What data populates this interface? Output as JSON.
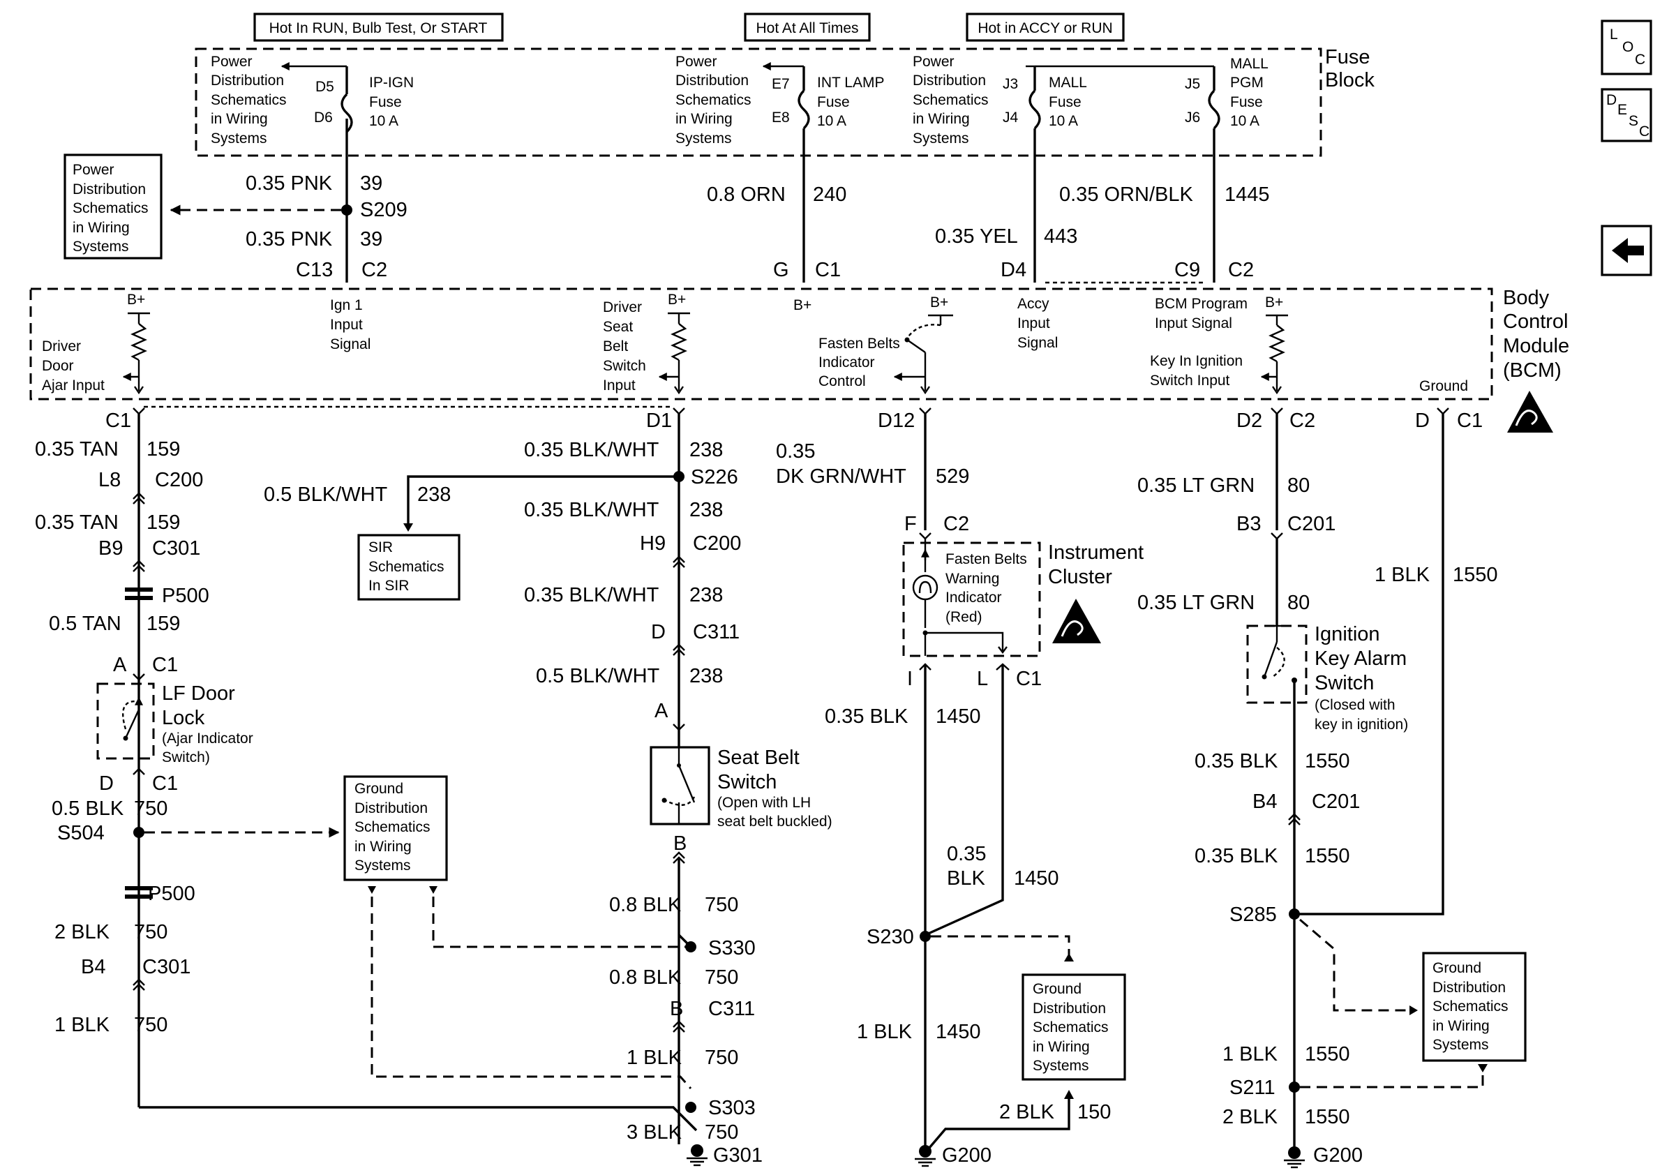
{
  "top_labels": {
    "hot_run": "Hot In RUN, Bulb Test, Or START",
    "hot_all": "Hot At All Times",
    "hot_accy": "Hot in ACCY or RUN"
  },
  "fuse_block": {
    "title_1": "Fuse",
    "title_2": "Block",
    "pds": [
      "Power",
      "Distribution",
      "Schematics",
      "in Wiring",
      "Systems"
    ],
    "fuses": [
      {
        "in": "D5",
        "out": "D6",
        "name": "IP-IGN",
        "word": "Fuse",
        "rating": "10 A"
      },
      {
        "in": "E7",
        "out": "E8",
        "name": "INT LAMP",
        "word": "Fuse",
        "rating": "10 A"
      },
      {
        "in": "J3",
        "out": "J4",
        "name": "MALL",
        "word": "Fuse",
        "rating": "10 A"
      },
      {
        "in": "J5",
        "out": "J6",
        "name": "MALL",
        "name2": "PGM",
        "word": "Fuse",
        "rating": "10 A"
      }
    ]
  },
  "side_buttons": {
    "loc": [
      "L",
      "O",
      "C"
    ],
    "desc": [
      "D",
      "E",
      "S",
      "C"
    ]
  },
  "ref_boxes": {
    "power_dist": [
      "Power",
      "Distribution",
      "Schematics",
      "in Wiring",
      "Systems"
    ],
    "sir": [
      "SIR",
      "Schematics",
      "In SIR"
    ],
    "ground_dist": [
      "Ground",
      "Distribution",
      "Schematics",
      "in Wiring",
      "Systems"
    ]
  },
  "bcm": {
    "title": [
      "Body",
      "Control",
      "Module",
      "(BCM)"
    ],
    "bplus": "B+",
    "driver_door": [
      "Driver",
      "Door",
      "Ajar Input"
    ],
    "ign1": [
      "Ign 1",
      "Input",
      "Signal"
    ],
    "driver_seat": [
      "Driver",
      "Seat",
      "Belt",
      "Switch",
      "Input"
    ],
    "fasten_belts": [
      "Fasten Belts",
      "Indicator",
      "Control"
    ],
    "accy": [
      "Accy",
      "Input",
      "Signal"
    ],
    "bcm_program": [
      "BCM Program",
      "Input Signal"
    ],
    "key_in": [
      "Key In Ignition",
      "Switch Input"
    ],
    "ground": "Ground"
  },
  "wires": {
    "pnk": "0.35 PNK",
    "c39": "39",
    "orn": "0.8 ORN",
    "c240": "240",
    "yel": "0.35 YEL",
    "c443": "443",
    "ornblk": "0.35 ORN/BLK",
    "c1445": "1445",
    "tan035": "0.35 TAN",
    "tan05": "0.5 TAN",
    "c159": "159",
    "blkwht035": "0.35 BLK/WHT",
    "blkwht05": "0.5 BLK/WHT",
    "c238": "238",
    "w035": "0.35",
    "dkgrnwht": "DK GRN/WHT",
    "c529": "529",
    "ltgrn": "0.35 LT GRN",
    "c80": "80",
    "blk1": "1 BLK",
    "blk2": "2 BLK",
    "blk3": "3 BLK",
    "blk05": "0.5 BLK",
    "blk08": "0.8 BLK",
    "blk035": "0.35 BLK",
    "blk": "BLK",
    "c1550": "1550",
    "c750": "750",
    "c1450": "1450",
    "c150": "150"
  },
  "connectors": {
    "c13": "C13",
    "c2": "C2",
    "g": "G",
    "c1": "C1",
    "d4": "D4",
    "c9": "C9",
    "l8": "L8",
    "c200": "C200",
    "b9": "B9",
    "c301": "C301",
    "p500": "P500",
    "a": "A",
    "d": "D",
    "b4": "B4",
    "b": "B",
    "d1": "D1",
    "h9": "H9",
    "c311": "C311",
    "d12": "D12",
    "f": "F",
    "i": "I",
    "l": "L",
    "d2": "D2",
    "b3": "B3",
    "c201": "C201"
  },
  "splices": {
    "s209": "S209",
    "s226": "S226",
    "s504": "S504",
    "s330": "S330",
    "s303": "S303",
    "s230": "S230",
    "s285": "S285",
    "s211": "S211"
  },
  "grounds": {
    "g301": "G301",
    "g200a": "G200",
    "g200b": "G200"
  },
  "components": {
    "lf_door": {
      "title": [
        "LF Door",
        "Lock"
      ],
      "sub": [
        "(Ajar Indicator",
        "Switch)"
      ]
    },
    "seat_belt": {
      "title": [
        "Seat Belt",
        "Switch"
      ],
      "sub": [
        "(Open with LH",
        "seat belt buckled)"
      ]
    },
    "cluster": {
      "title": [
        "Instrument",
        "Cluster"
      ],
      "indicator": [
        "Fasten Belts",
        "Warning",
        "Indicator",
        "(Red)"
      ]
    },
    "ign_key": {
      "title": [
        "Ignition",
        "Key Alarm",
        "Switch"
      ],
      "sub": [
        "(Closed with",
        "key in ignition)"
      ]
    }
  }
}
